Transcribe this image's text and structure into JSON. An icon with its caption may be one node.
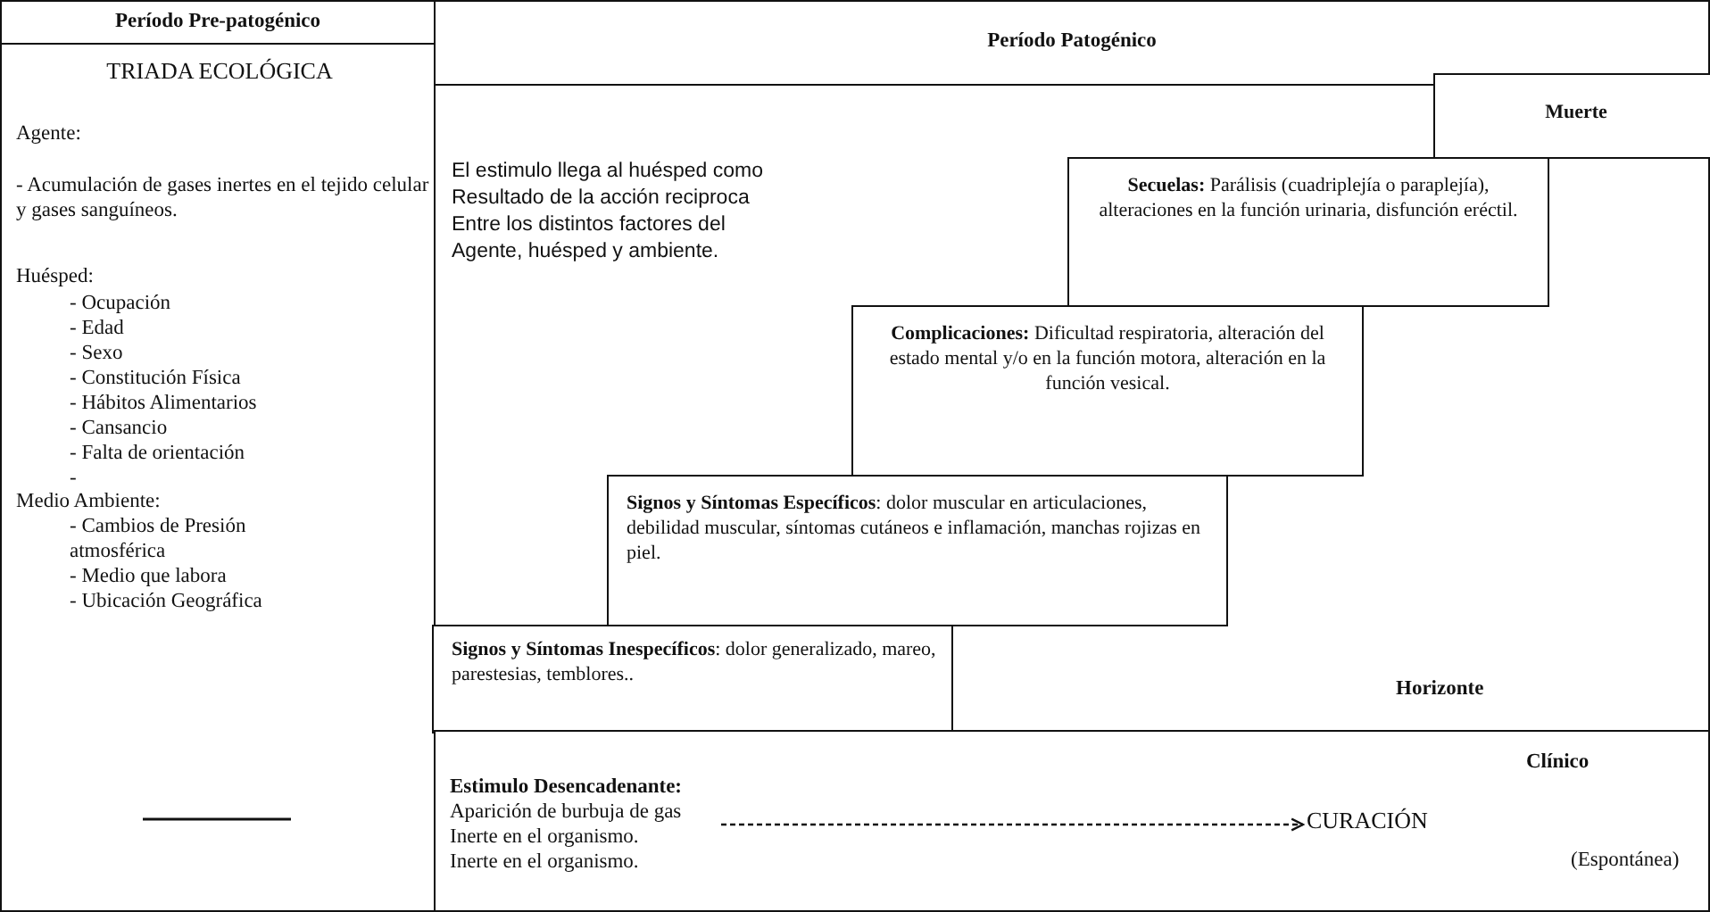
{
  "diagram": {
    "nodes": [
      {
        "text": [
          "Período Pre-patogénico"
        ]
      },
      {
        "text": [
          "TRIADA ECOLÓGICA",
          "Agente:",
          "- Acumulación de gases inertes en el tejido celular y gases sanguíneos.",
          "Huésped:",
          "- Ocupación",
          "- Edad",
          "- Sexo",
          "- Constitución Física",
          "- Hábitos Alimentarios",
          "- Cansancio",
          "- Falta de orientación",
          "-",
          "Medio Ambiente:",
          "- Cambios de Presión atmosférica",
          "- Medio que labora",
          "- Ubicación Geográfica"
        ]
      },
      {
        "text": [
          "Período Patogénico"
        ]
      },
      {
        "text": [
          "El estimulo llega al huésped como",
          "Resultado de la acción reciproca",
          "Entre los distintos factores del",
          "Agente, huésped y ambiente."
        ]
      },
      {
        "text": [
          "Muerte"
        ],
        "in": 3
      },
      {
        "text": [
          "**Secuelas:** Parálisis (cuadriplejía o paraplejía), alteraciones en la función urinaria, disfunción eréctil."
        ],
        "in": 3
      },
      {
        "text": [
          "**Complicaciones:** Dificultad respiratoria, alteración del estado mental y/o en la función motora, alteración en la función vesical."
        ],
        "in": 3
      },
      {
        "text": [
          "**Signos y Síntomas Específicos**: dolor muscular en articulaciones, debilidad muscular, síntomas cutáneos e inflamación, manchas rojizas en piel."
        ],
        "in": 3
      },
      {
        "text": [
          "**Signos y Síntomas Inespecíficos**: dolor generalizado, mareo, parestesias, temblores.."
        ],
        "in": 3
      },
      {
        "text": [],
        "shape": "box"
      },
      {
        "text": [
          "Estimulo Desencadenante:",
          "Aparición de burbuja de gas",
          "Inerte en el organismo.",
          "Inerte en el organismo."
        ],
        "in": 9
      },
      {
        "text": [
          "CURACIÓN"
        ],
        "in": 9
      }
    ],
    "edges": [
      {
        "from": 10,
        "to": 11,
        "arrow": "to",
        "style": "dashed"
      }
    ],
    "labels": [
      "Horizonte",
      "Clínico",
      "(Espontánea)"
    ]
  }
}
